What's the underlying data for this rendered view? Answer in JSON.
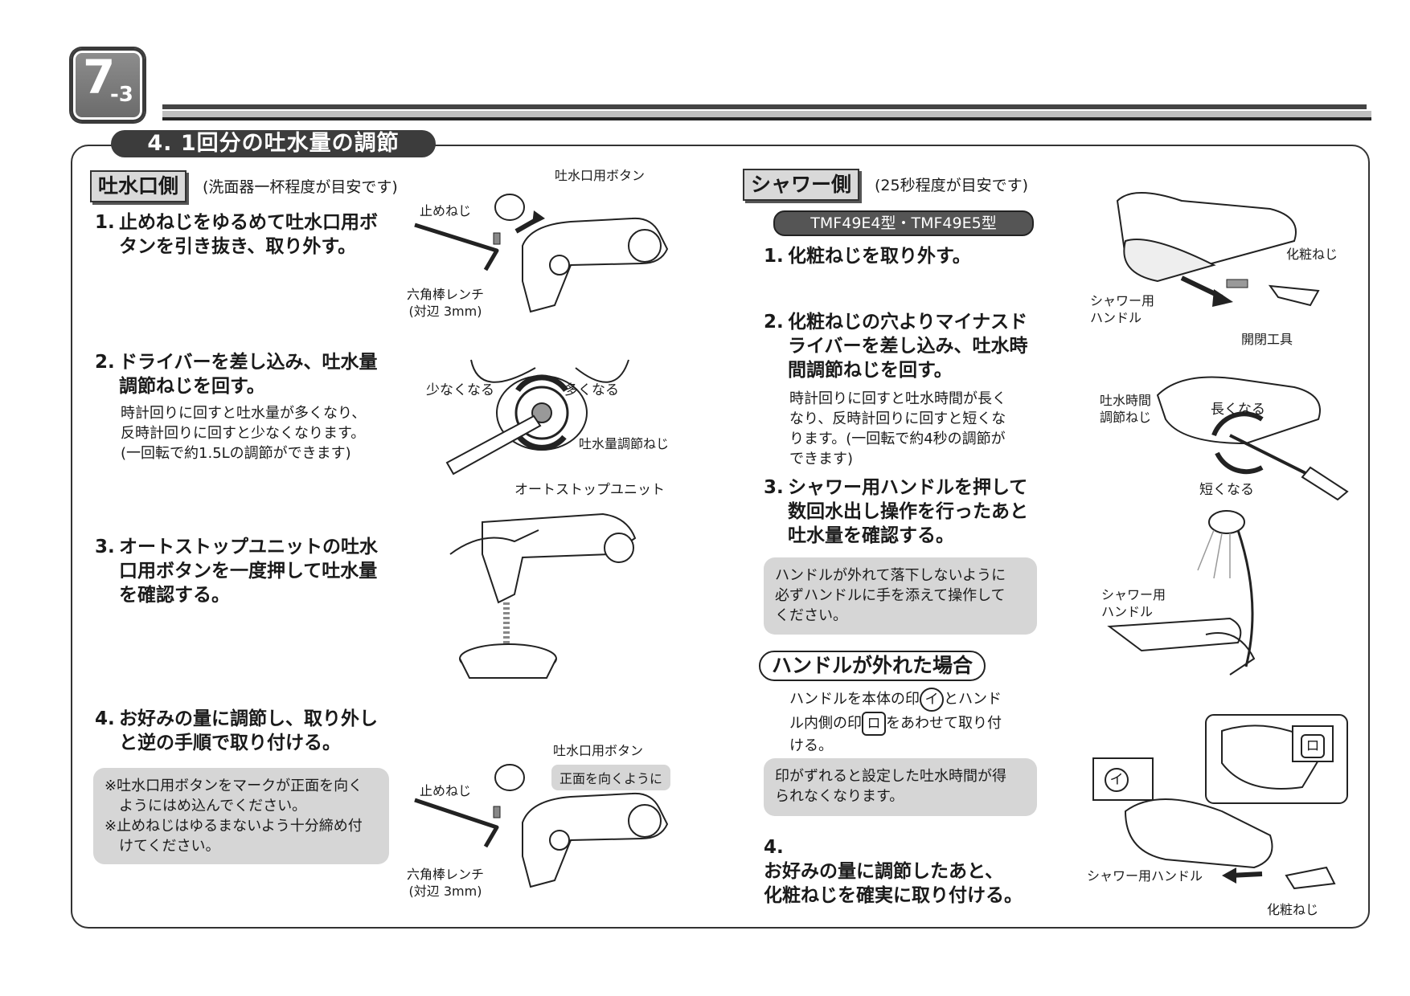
{
  "chapter": {
    "number": "7",
    "sub": "-3"
  },
  "section_title": "4. 1回分の吐水量の調節",
  "left": {
    "heading": "吐水口側",
    "heading_note": "(洗面器一杯程度が目安です)",
    "steps": [
      {
        "num": "1.",
        "lines": [
          "止めねじをゆるめて吐水口用ボ",
          "タンを引き抜き、取り外す。"
        ]
      },
      {
        "num": "2.",
        "lines": [
          "ドライバーを差し込み、吐水量",
          "調節ねじを回す。"
        ],
        "detail": [
          "時計回りに回すと吐水量が多くなり、",
          "反時計回りに回すと少なくなります。",
          "(一回転で約1.5Lの調節ができます)"
        ]
      },
      {
        "num": "3.",
        "lines": [
          "オートストップユニットの吐水",
          "口用ボタンを一度押して吐水量",
          "を確認する。"
        ]
      },
      {
        "num": "4.",
        "lines": [
          "お好みの量に調節し、取り外し",
          "と逆の手順で取り付ける。"
        ]
      }
    ],
    "note": [
      "※吐水口用ボタンをマークが正面を向く",
      "ようにはめ込んでください。",
      "※止めねじはゆるまないよう十分締め付",
      "けてください。"
    ],
    "callouts": {
      "button1": "吐水口用ボタン",
      "screw1": "止めねじ",
      "wrench1": [
        "六角棒レンチ",
        "(対辺 3mm)"
      ],
      "less": "少なくなる",
      "more": "多くなる",
      "adjust_screw": "吐水量調節ねじ",
      "autostop": "オートストップユニット",
      "button2": "吐水口用ボタン",
      "face_front": "正面を向くように",
      "screw2": "止めねじ",
      "wrench2": [
        "六角棒レンチ",
        "(対辺 3mm)"
      ]
    }
  },
  "right": {
    "heading": "シャワー側",
    "heading_note": "(25秒程度が目安です)",
    "model": "TMF49E4型・TMF49E5型",
    "steps": [
      {
        "num": "1.",
        "lines": [
          "化粧ねじを取り外す。"
        ]
      },
      {
        "num": "2.",
        "lines": [
          "化粧ねじの穴よりマイナスド",
          "ライバーを差し込み、吐水時",
          "間調節ねじを回す。"
        ],
        "detail": [
          "時計回りに回すと吐水時間が長く",
          "なり、反時計回りに回すと短くな",
          "ります。(一回転で約4秒の調節が",
          "できます)"
        ]
      },
      {
        "num": "3.",
        "lines": [
          "シャワー用ハンドルを押して",
          "数回水出し操作を行ったあと",
          "吐水量を確認する。"
        ]
      },
      {
        "num": "4.",
        "lines": [
          "お好みの量に調節したあと、",
          "化粧ねじを確実に取り付ける。"
        ]
      }
    ],
    "note1": [
      "ハンドルが外れて落下しないように",
      "必ずハンドルに手を添えて操作して",
      "ください。"
    ],
    "subheading": "ハンドルが外れた場合",
    "handle_text": {
      "a": "ハンドルを本体の印",
      "mark1": "イ",
      "b": "とハンド",
      "c": "ル内側の印",
      "mark2": "ロ",
      "d": "をあわせて取り付",
      "e": "ける。"
    },
    "note2": [
      "印がずれると設定した吐水時間が得",
      "られなくなります。"
    ],
    "callouts": {
      "cosmetic_screw1": "化粧ねじ",
      "shower_handle1": [
        "シャワー用",
        "ハンドル"
      ],
      "opener_tool": "開閉工具",
      "time_screw": [
        "吐水時間",
        "調節ねじ"
      ],
      "longer": "長くなる",
      "shorter": "短くなる",
      "shower_handle2": [
        "シャワー用",
        "ハンドル"
      ],
      "mark_i": "イ",
      "mark_ro": "ロ",
      "shower_handle3": "シャワー用ハンドル",
      "cosmetic_screw2": "化粧ねじ"
    }
  }
}
